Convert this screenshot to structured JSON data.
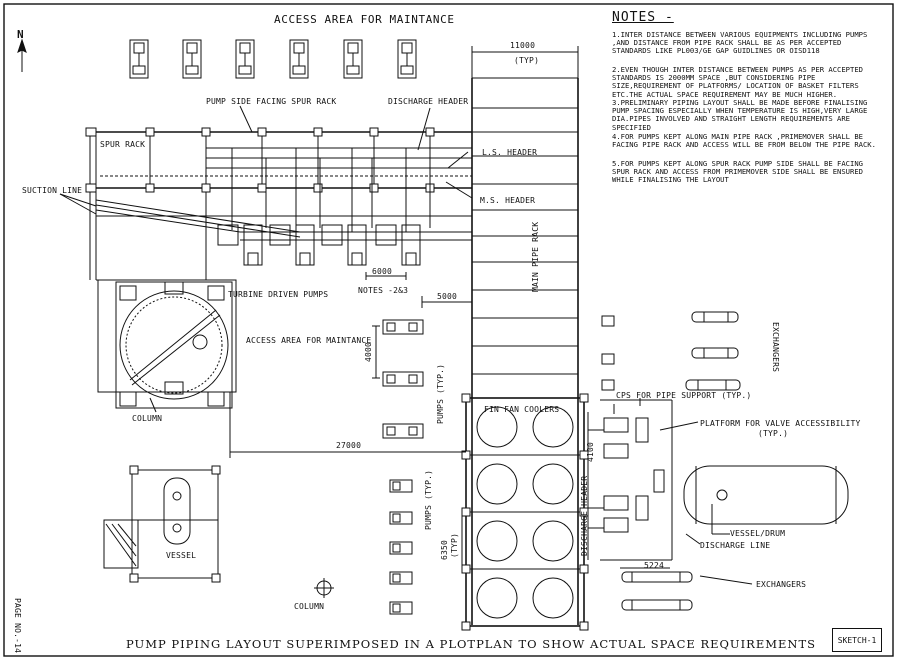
{
  "drawing": {
    "header_access": "ACCESS AREA FOR MAINTANCE",
    "north": "N",
    "dim_rack_width": "11000",
    "dim_typ": "(TYP)",
    "pump_side_label": "PUMP SIDE FACING SPUR RACK",
    "discharge_header": "DISCHARGE HEADER",
    "spur_rack": "SPUR RACK",
    "ls_header": "L.S. HEADER",
    "ms_header": "M.S. HEADER",
    "suction_line": "SUCTION LINE",
    "main_pipe_rack": "MAIN\nPIPE RACK",
    "dim_6000": "6000",
    "turbine_pumps": "TURBINE DRIVEN PUMPS",
    "notes_ref": "NOTES -2&3",
    "dim_5000": "5000",
    "access_mid": "ACCESS AREA FOR MAINTANCE",
    "dim_4000": "4000",
    "pumps_typ": "PUMPS (TYP.)",
    "column": "COLUMN",
    "fin_fan": "FIN FAN COOLERS",
    "dim_27000": "27000",
    "exchangers_right": "EXCHANGERS",
    "cps": "CPS FOR PIPE SUPPORT (TYP.)",
    "platform": "PLATFORM FOR VALVE ACCESSIBILITY",
    "platform_typ": "(TYP.)",
    "dim_4100": "4100",
    "discharge_header_v": "DISCHARGE HEADER",
    "vessel_drum": "VESSEL/DRUM",
    "discharge_line": "DISCHARGE LINE",
    "dim_5224": "5224",
    "exchangers_bottom": "EXCHANGERS",
    "pumps_typ_2": "PUMPS (TYP.)",
    "dim_6350": "6350",
    "dim_6350_typ": "(TYP)",
    "vessel": "VESSEL",
    "column_bottom": "COLUMN",
    "page_no": "PAGE NO.-14",
    "footer": "PUMP PIPING LAYOUT SUPERIMPOSED IN A PLOTPLAN TO SHOW ACTUAL SPACE REQUIREMENTS",
    "sketch": "SKETCH-1"
  },
  "notes": {
    "title": "NOTES -",
    "items": [
      "1.INTER DISTANCE BETWEEN VARIOUS EQUIPMENTS INCLUDING PUMPS ,AND DISTANCE FROM PIPE RACK SHALL BE AS PER ACCEPTED STANDARDS LIKE PL003/GE GAP GUIDLINES OR OISD118",
      "2.EVEN THOUGH INTER DISTANCE BETWEEN PUMPS AS PER ACCEPTED STANDARDS IS 2000MM SPACE ,BUT CONSIDERING PIPE SIZE,REQUIREMENT OF PLATFORMS/ LOCATION OF BASKET FILTERS ETC.THE ACTUAL SPACE REQUIREMENT MAY BE MUCH HIGHER.",
      "3.PRELIMINARY PIPING LAYOUT SHALL BE MADE BEFORE FINALISING PUMP SPACING ESPECIALLY WHEN TEMPERATURE IS HIGH,VERY LARGE DIA.PIPES INVOLVED AND STRAIGHT LENGTH REQUIREMENTS ARE SPECIFIED",
      "4.FOR PUMPS KEPT ALONG MAIN PIPE RACK ,PRIMEMOVER SHALL BE FACING PIPE RACK AND ACCESS WILL BE FROM BELOW THE PIPE RACK.",
      "5.FOR PUMPS KEPT ALONG SPUR RACK PUMP SIDE SHALL BE FACING SPUR RACK AND ACCESS FROM PRIMEMOVER SIDE SHALL BE ENSURED WHILE FINALISING THE LAYOUT"
    ]
  }
}
